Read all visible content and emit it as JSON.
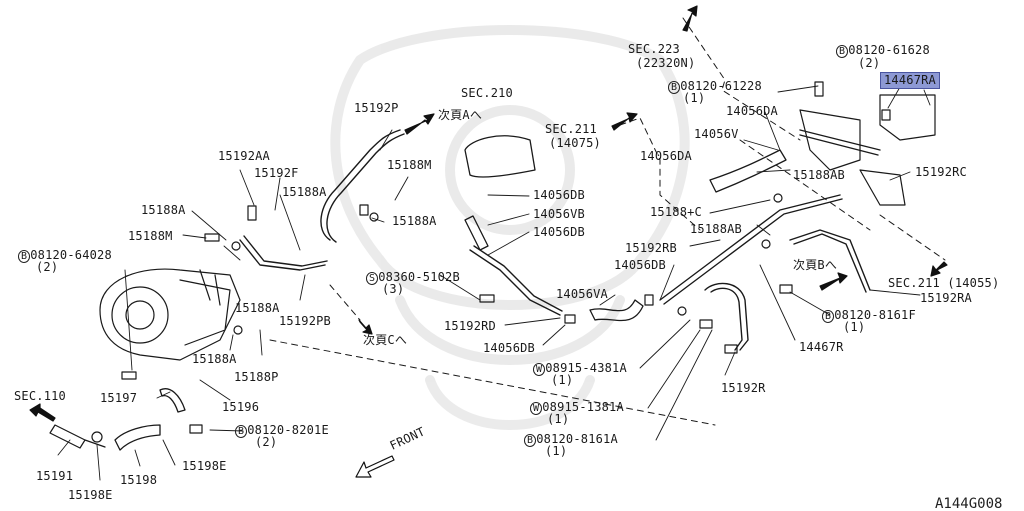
{
  "highlight": {
    "part": "14467RA",
    "color": "#8d99d4"
  },
  "labels": {
    "sec223": "SEC.223",
    "sec223_sub": "(22320N)",
    "b_61628": "08120-61628",
    "b_61628_q": "(2)",
    "p14467RA": "14467RA",
    "b_61228": "08120-61228",
    "b_61228_q": "(1)",
    "p14056DA_a": "14056DA",
    "sec210": "SEC.210",
    "sec211_a": "SEC.211",
    "sec211_a_sub": "(14075)",
    "p14056V": "14056V",
    "p14056DA_b": "14056DA",
    "p15192P": "15192P",
    "next_A": "次頁Aへ",
    "p15192AA": "15192AA",
    "p15192F": "15192F",
    "p15188M_top": "15188M",
    "p15188A_top": "15188A",
    "p15188A_left": "15188A",
    "p15188M_left": "15188M",
    "p15188A_mid": "15188A",
    "p15188AB_a": "15188AB",
    "p15192RC": "15192RC",
    "p14056DB_a": "14056DB",
    "p14056VB": "14056VB",
    "p14056DB_b": "14056DB",
    "p15188C": "15188+C",
    "p15188AB_b": "15188AB",
    "p15192RB": "15192RB",
    "b_64028": "08120-64028",
    "b_64028_q": "(2)",
    "s_5102B": "08360-5102B",
    "s_5102B_q": "(3)",
    "p14056DB_c": "14056DB",
    "next_B": "次頁Bへ",
    "sec211_b": "SEC.211 (14055)",
    "p15188A_low": "15188A",
    "p15192PB": "15192PB",
    "next_C": "次頁Cへ",
    "p14056VA": "14056VA",
    "p15192RA": "15192RA",
    "p15192RD": "15192RD",
    "b_8161F": "08120-8161F",
    "b_8161F_q": "(1)",
    "p14056DB_d": "14056DB",
    "p15188A_bot": "15188A",
    "p15188P": "15188P",
    "p14467R": "14467R",
    "w_4381A": "08915-4381A",
    "w_4381A_q": "(1)",
    "sec110": "SEC.110",
    "p15197": "15197",
    "p15196": "15196",
    "p15192R": "15192R",
    "w_1381A": "08915-1381A",
    "w_1381A_q": "(1)",
    "b_8201E": "08120-8201E",
    "b_8201E_q": "(2)",
    "b_8161A": "08120-8161A",
    "b_8161A_q": "(1)",
    "p15198E_a": "15198E",
    "front": "FRONT",
    "p15191": "15191",
    "p15198E_b": "15198E",
    "p15198": "15198",
    "code": "A144G008"
  },
  "prefix": {
    "bolt": "B",
    "screw": "S",
    "washer": "W"
  }
}
